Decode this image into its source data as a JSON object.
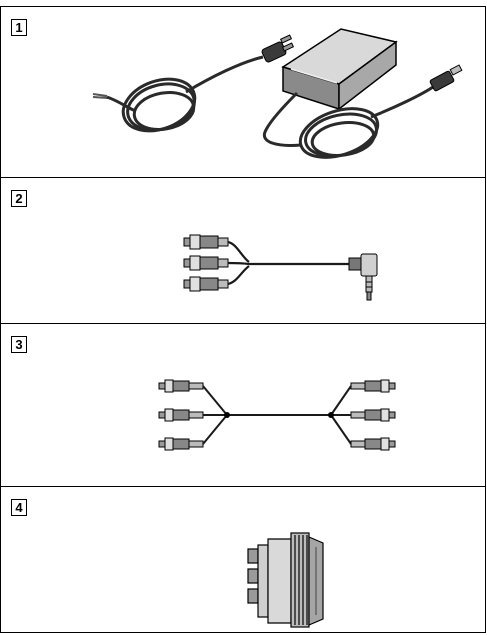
{
  "panels": [
    {
      "number": "1",
      "item_icon": "ac-adaptor-icon"
    },
    {
      "number": "2",
      "item_icon": "av-cable-3rca-to-minijack-icon"
    },
    {
      "number": "3",
      "item_icon": "rca-cable-icon"
    },
    {
      "number": "4",
      "item_icon": "scart-adaptor-icon"
    }
  ],
  "colors": {
    "line": "#000000",
    "metal": "#c9c9c9",
    "cable": "#2a2a2a"
  }
}
